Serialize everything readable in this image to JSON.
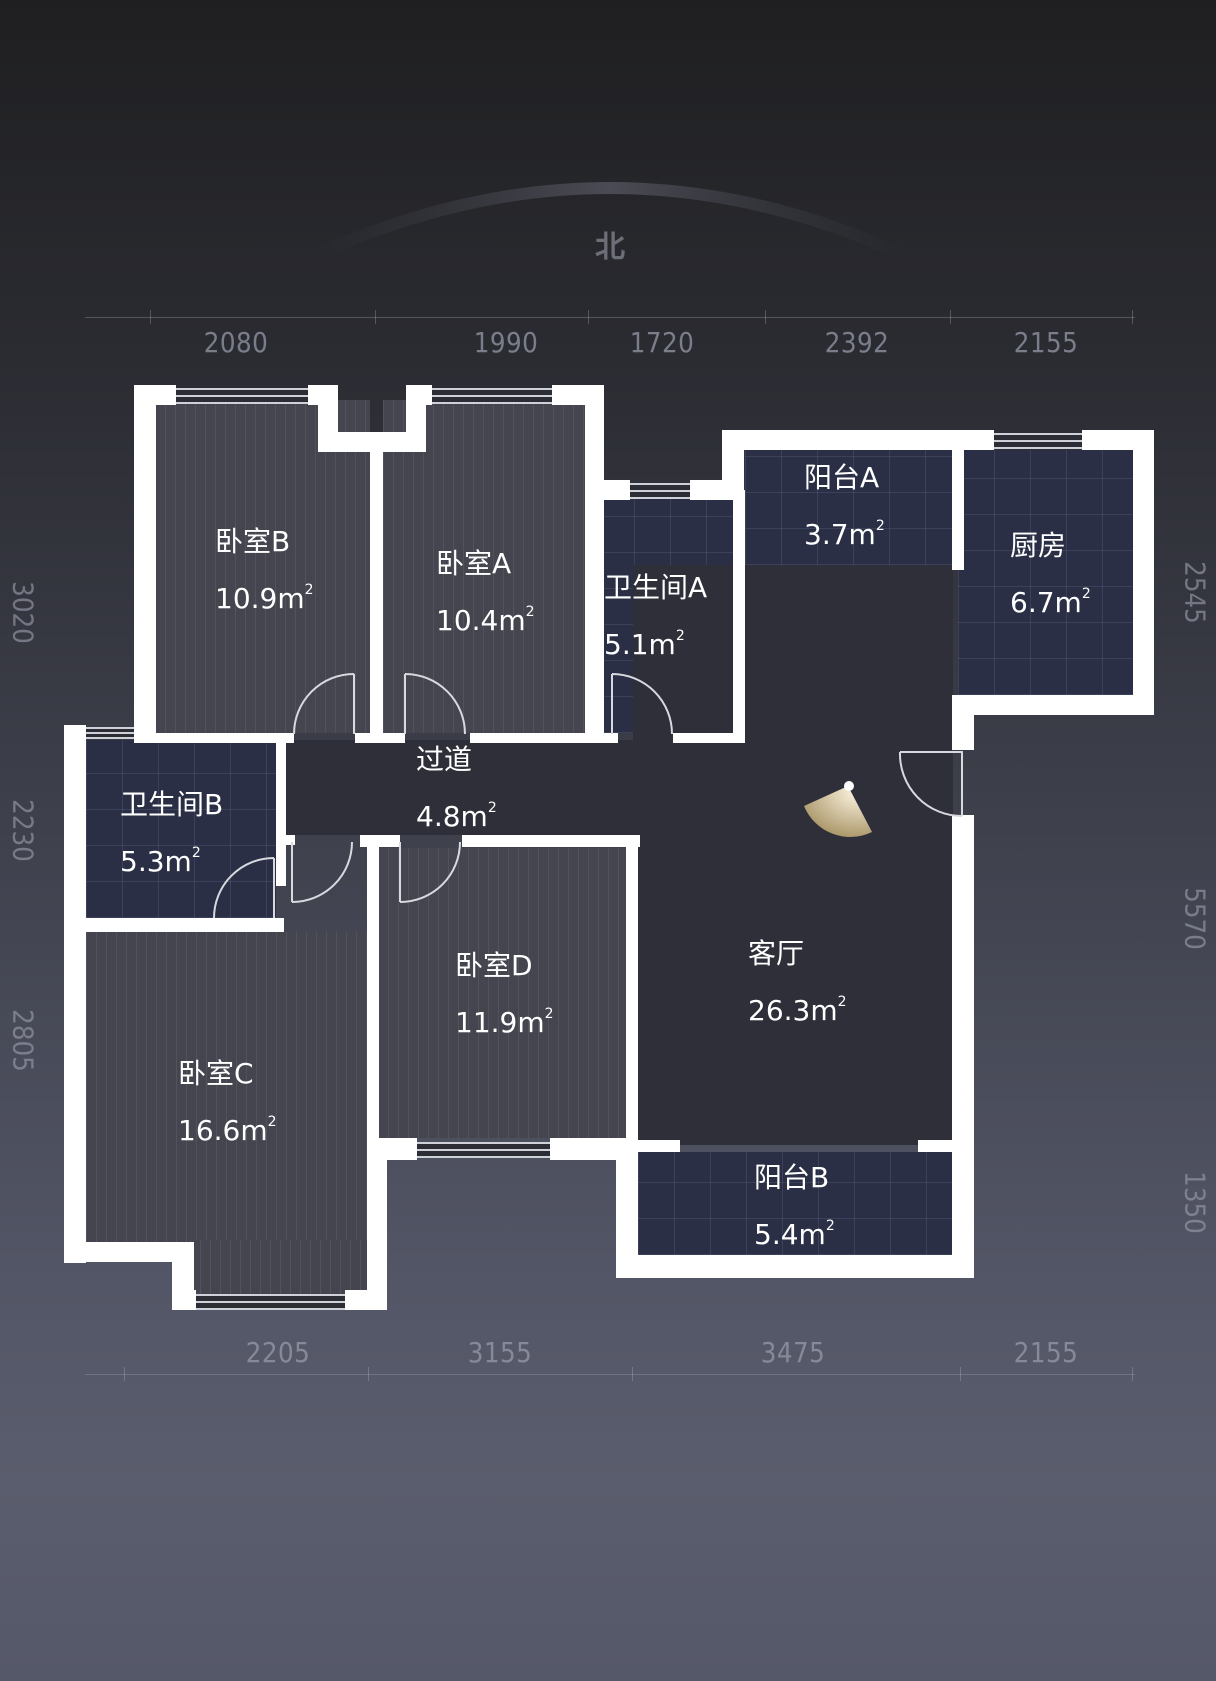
{
  "compass": {
    "north_label": "北"
  },
  "dimensions": {
    "top": [
      "2080",
      "1990",
      "1720",
      "2392",
      "2155"
    ],
    "bottom": [
      "2205",
      "3155",
      "3475",
      "2155"
    ],
    "left": [
      "3020",
      "2230",
      "2805"
    ],
    "right": [
      "2545",
      "5570",
      "1350"
    ]
  },
  "rooms": [
    {
      "id": "bedroom-b",
      "name": "卧室B",
      "area": "10.9",
      "unit": "m",
      "exp": "2"
    },
    {
      "id": "bedroom-a",
      "name": "卧室A",
      "area": "10.4",
      "unit": "m",
      "exp": "2"
    },
    {
      "id": "bathroom-a",
      "name": "卫生间A",
      "area": "5.1",
      "unit": "m",
      "exp": "2"
    },
    {
      "id": "balcony-a",
      "name": "阳台A",
      "area": "3.7",
      "unit": "m",
      "exp": "2"
    },
    {
      "id": "kitchen",
      "name": "厨房",
      "area": "6.7",
      "unit": "m",
      "exp": "2"
    },
    {
      "id": "bathroom-b",
      "name": "卫生间B",
      "area": "5.3",
      "unit": "m",
      "exp": "2"
    },
    {
      "id": "hallway",
      "name": "过道",
      "area": "4.8",
      "unit": "m",
      "exp": "2"
    },
    {
      "id": "living-room",
      "name": "客厅",
      "area": "26.3",
      "unit": "m",
      "exp": "2"
    },
    {
      "id": "bedroom-d",
      "name": "卧室D",
      "area": "11.9",
      "unit": "m",
      "exp": "2"
    },
    {
      "id": "bedroom-c",
      "name": "卧室C",
      "area": "16.6",
      "unit": "m",
      "exp": "2"
    },
    {
      "id": "balcony-b",
      "name": "阳台B",
      "area": "5.4",
      "unit": "m",
      "exp": "2"
    }
  ],
  "colors": {
    "wall": "#ffffff",
    "wood_floor": "#44454f",
    "tile_floor": "#2a2f45",
    "plain_floor": "#2e2f38",
    "camera": "#e8dcc0"
  }
}
